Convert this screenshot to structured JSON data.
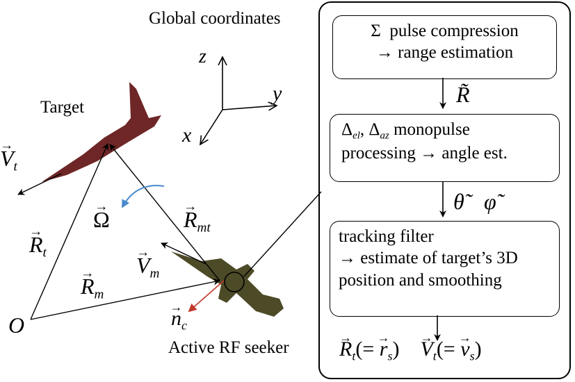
{
  "left": {
    "global_coords": "Global coordinates",
    "axis_z": "z",
    "axis_y": "y",
    "axis_x": "x",
    "target": "Target",
    "origin": "O",
    "omega": "Ω",
    "seeker": "Active RF seeker",
    "v_t": {
      "base": "V",
      "sub": "t"
    },
    "r_t": {
      "base": "R",
      "sub": "t"
    },
    "r_m": {
      "base": "R",
      "sub": "m"
    },
    "r_mt": {
      "base": "R",
      "sub": "mt"
    },
    "v_m": {
      "base": "V",
      "sub": "m"
    },
    "n_c": {
      "base": "n",
      "sub": "c"
    }
  },
  "panel": {
    "block1_line1_symbol": "Σ",
    "block1_line1": "pulse compression",
    "block1_line2": "→ range estimation",
    "arrow1_label": "R̃",
    "block2_line1_d": "Δ",
    "block2_line1_el": "el",
    "block2_line1_comma": ",",
    "block2_line1_az": "az",
    "block2_line1_rest": " monopulse",
    "block2_line2": "processing → angle est.",
    "arrow2_theta": "θ̃",
    "arrow2_phi": "φ̃",
    "block3_line1": "tracking filter",
    "block3_line2": "→ estimate of target’s 3D",
    "block3_line3": "position and smoothing",
    "out_r_base": "R",
    "out_r_sub": "t",
    "out_r_eq": "(= ",
    "out_r_rs": "r",
    "out_r_rs_sub": "s",
    "out_r_close": ")",
    "out_v_base": "V",
    "out_v_sub": "t",
    "out_v_eq": "(= ",
    "out_v_vs": "v",
    "out_v_vs_sub": "s",
    "out_v_close": ")"
  },
  "colors": {
    "target_fill": "#6e2626",
    "missile_fill": "#4d4a28",
    "omega_arrow": "#4a89cc",
    "n_c_arrow": "#c0392b"
  }
}
